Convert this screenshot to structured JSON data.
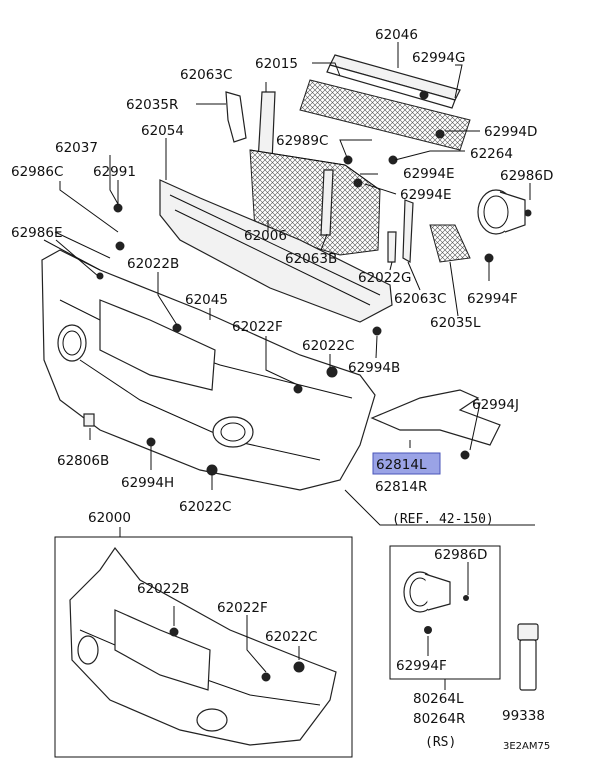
{
  "labels": {
    "p62046": "62046",
    "p62994G": "62994G",
    "p62015": "62015",
    "p62063C": "62063C",
    "p62035R": "62035R",
    "p62054": "62054",
    "p62037": "62037",
    "p62986C": "62986C",
    "p62991": "62991",
    "p62989C": "62989C",
    "p62994D": "62994D",
    "p62264": "62264",
    "p62994E_1": "62994E",
    "p62994E_2": "62994E",
    "p62986D": "62986D",
    "p62986E": "62986E",
    "p62006": "62006",
    "p62063B": "62063B",
    "p62022B": "62022B",
    "p62022G": "62022G",
    "p62045": "62045",
    "p62063C_2": "62063C",
    "p62994F": "62994F",
    "p62035L": "62035L",
    "p62022F": "62022F",
    "p62022C": "62022C",
    "p62994B": "62994B",
    "p62994J": "62994J",
    "p62814L": "62814L",
    "p62814R": "62814R",
    "p62806B": "62806B",
    "p62994H": "62994H",
    "p62022C_2": "62022C",
    "ref": "(REF. 42-150)",
    "p62000": "62000",
    "i62022B": "62022B",
    "i62022F": "62022F",
    "i62022C": "62022C",
    "r62986D": "62986D",
    "r62994F": "62994F",
    "p80264L": "80264L",
    "p80264R": "80264R",
    "rs": "(RS)",
    "p99338": "99338",
    "code": "3E2AM75"
  },
  "highlight_color": "#9aa3e6"
}
